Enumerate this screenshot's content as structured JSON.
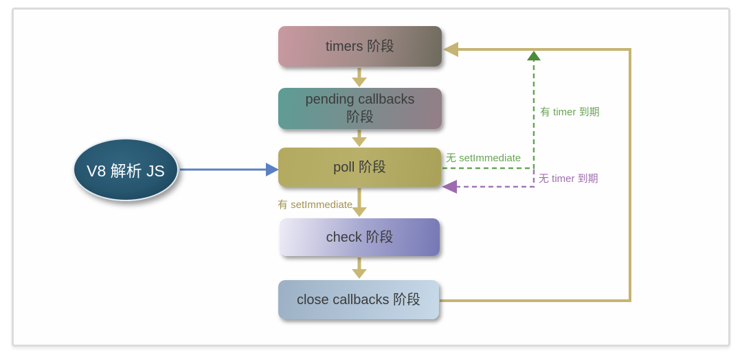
{
  "diagram": {
    "start_node": {
      "label": "V8 解析 JS"
    },
    "phases": [
      {
        "id": "timers",
        "label": "timers 阶段"
      },
      {
        "id": "pending",
        "label": "pending callbacks 阶段"
      },
      {
        "id": "poll",
        "label": "poll 阶段"
      },
      {
        "id": "check",
        "label": "check 阶段"
      },
      {
        "id": "close",
        "label": "close callbacks 阶段"
      }
    ],
    "edge_labels": {
      "has_timer_expired": "有 timer 到期",
      "no_setimmediate": "无 setImmediate",
      "no_timer_expired": "无 timer 到期",
      "has_setimmediate": "有 setImmediate"
    },
    "colors": {
      "frame_border": "#dddadb",
      "flow_arrow_tan": "#c9b873",
      "loop_arrow_tan": "#c5b473",
      "blue_arrow": "#5b80c1",
      "green_dashed": "#67a556",
      "green_arrowhead": "#4d8b3b",
      "purple_dashed": "#a276b4",
      "timers_gradient_left": "#c999a1",
      "timers_gradient_right": "#6e6a5d",
      "pending_gradient_left": "#5d9d95",
      "pending_gradient_right": "#947e87",
      "poll_fill": "#b2aa60",
      "check_gradient_left": "#eeecf6",
      "check_gradient_right": "#7577b5",
      "close_gradient_left": "#9cb0c5",
      "close_gradient_right": "#c8d9e8",
      "start_node_fill": "#24526b",
      "node_text": "#3b3b3b"
    }
  }
}
